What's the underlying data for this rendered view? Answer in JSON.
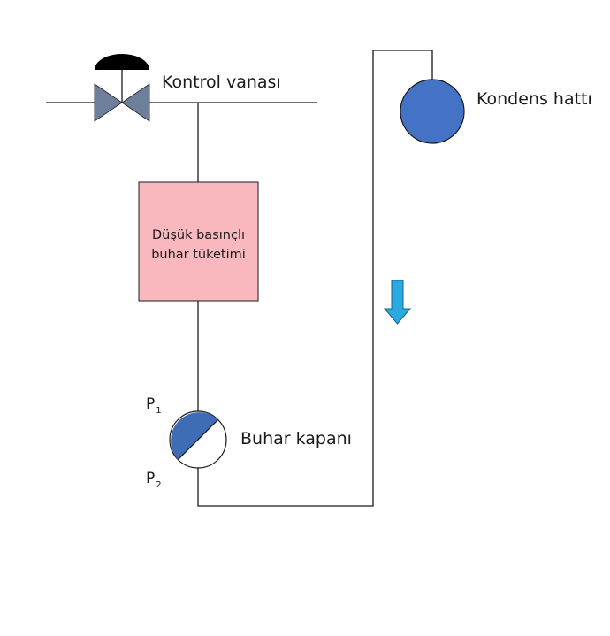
{
  "labels": {
    "control_valve": "Kontrol vanası",
    "condensate_line": "Kondens hattı",
    "consumer_line1": "Düşük basınçlı",
    "consumer_line2": "buhar tüketimi",
    "steam_trap": "Buhar kapanı",
    "p1_main": "P",
    "p1_sub": "1",
    "p2_main": "P",
    "p2_sub": "2"
  },
  "colors": {
    "pipe": "#1a1a1a",
    "valve_body": "#6d7f9a",
    "actuator": "#000000",
    "consumer_fill": "#f8b8bd",
    "trap_fill": "#3f6db5",
    "condensate_fill": "#4472c4",
    "flow_arrow": "#29abe2"
  },
  "icons": {
    "control_valve": "control-valve-icon",
    "steam_trap": "steam-trap-icon",
    "condensate_line": "condensate-pipe-circle",
    "flow_arrow": "arrow-down-icon"
  }
}
